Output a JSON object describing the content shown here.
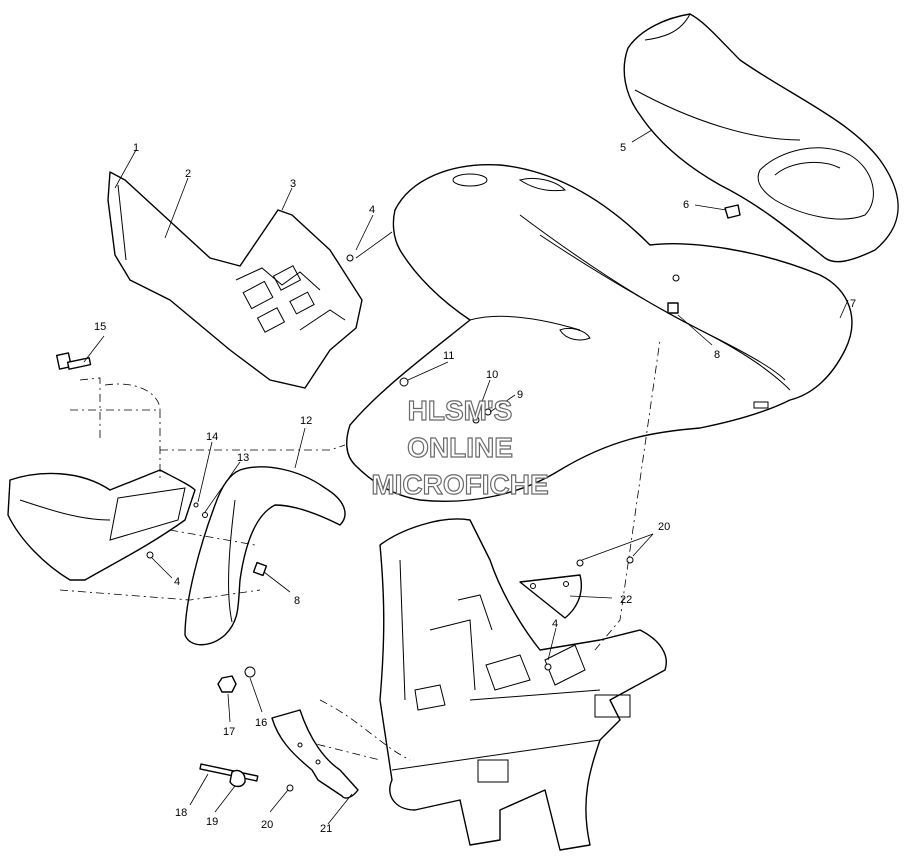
{
  "watermark": {
    "line1": "HLSM'S",
    "line2": "ONLINE",
    "line3": "MICROFICHE"
  },
  "callouts": [
    {
      "id": "c1",
      "text": "1"
    },
    {
      "id": "c2",
      "text": "2"
    },
    {
      "id": "c3",
      "text": "3"
    },
    {
      "id": "c4a",
      "text": "4"
    },
    {
      "id": "c5",
      "text": "5"
    },
    {
      "id": "c6",
      "text": "6"
    },
    {
      "id": "c7",
      "text": "7"
    },
    {
      "id": "c8a",
      "text": "8"
    },
    {
      "id": "c9",
      "text": "9"
    },
    {
      "id": "c10",
      "text": "10"
    },
    {
      "id": "c11",
      "text": "11"
    },
    {
      "id": "c12",
      "text": "12"
    },
    {
      "id": "c13",
      "text": "13"
    },
    {
      "id": "c14",
      "text": "14"
    },
    {
      "id": "c15",
      "text": "15"
    },
    {
      "id": "c4b",
      "text": "4"
    },
    {
      "id": "c8b",
      "text": "8"
    },
    {
      "id": "c16",
      "text": "16"
    },
    {
      "id": "c17",
      "text": "17"
    },
    {
      "id": "c18",
      "text": "18"
    },
    {
      "id": "c19",
      "text": "19"
    },
    {
      "id": "c20a",
      "text": "20"
    },
    {
      "id": "c21",
      "text": "21"
    },
    {
      "id": "c20b",
      "text": "20"
    },
    {
      "id": "c22",
      "text": "22"
    },
    {
      "id": "c4c",
      "text": "4"
    }
  ]
}
